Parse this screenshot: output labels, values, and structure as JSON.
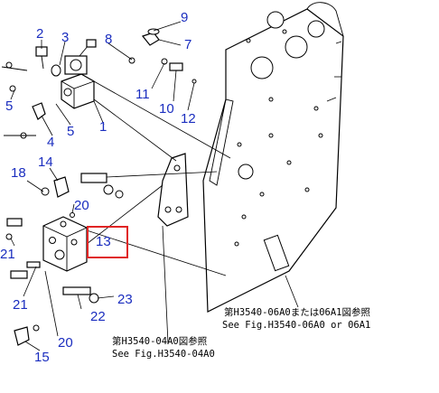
{
  "labels": {
    "n1": "1",
    "n2": "2",
    "n3": "3",
    "n4": "4",
    "n5a": "5",
    "n5b": "5",
    "n7": "7",
    "n8": "8",
    "n9": "9",
    "n10": "10",
    "n11": "11",
    "n12": "12",
    "n13": "13",
    "n14": "14",
    "n15": "15",
    "n18": "18",
    "n20a": "20",
    "n20b": "20",
    "n21a": "21",
    "n21b": "21",
    "n22": "22",
    "n23": "23"
  },
  "notes": {
    "ref_main_jp": "第H3540-06A0または06A1図参照",
    "ref_main_en": "See Fig.H3540-06A0 or 06A1",
    "ref_bracket_jp": "第H3540-04A0図参照",
    "ref_bracket_en": "See Fig.H3540-04A0"
  },
  "highlight": {
    "color": "#e02424",
    "target": "13"
  }
}
